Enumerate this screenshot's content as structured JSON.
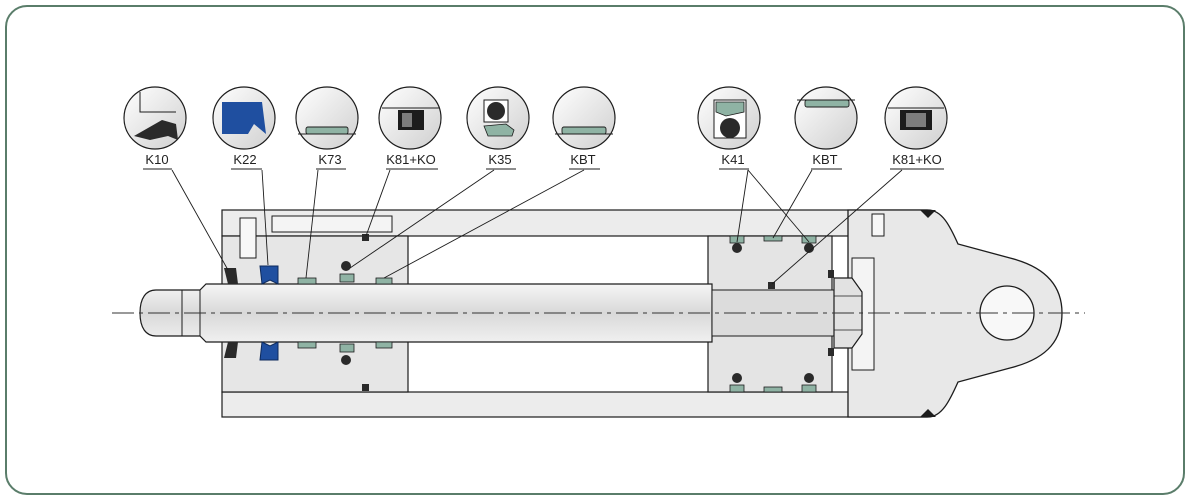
{
  "colors": {
    "frame": "#5a7d6a",
    "body_fill": "#e8e8e8",
    "body_stroke": "#1c1c1c",
    "seal_blue": "#1f4fa0",
    "seal_green": "#8fb3a4",
    "seal_dark": "#2a2a2a"
  },
  "seals": [
    {
      "id": "k10",
      "label": "K10"
    },
    {
      "id": "k22",
      "label": "K22"
    },
    {
      "id": "k73",
      "label": "K73"
    },
    {
      "id": "k81ko-a",
      "label": "K81+KO"
    },
    {
      "id": "k35",
      "label": "K35"
    },
    {
      "id": "kbt-a",
      "label": "KBT"
    },
    {
      "id": "k41",
      "label": "K41"
    },
    {
      "id": "kbt-b",
      "label": "KBT"
    },
    {
      "id": "k81ko-b",
      "label": "K81+KO"
    }
  ]
}
